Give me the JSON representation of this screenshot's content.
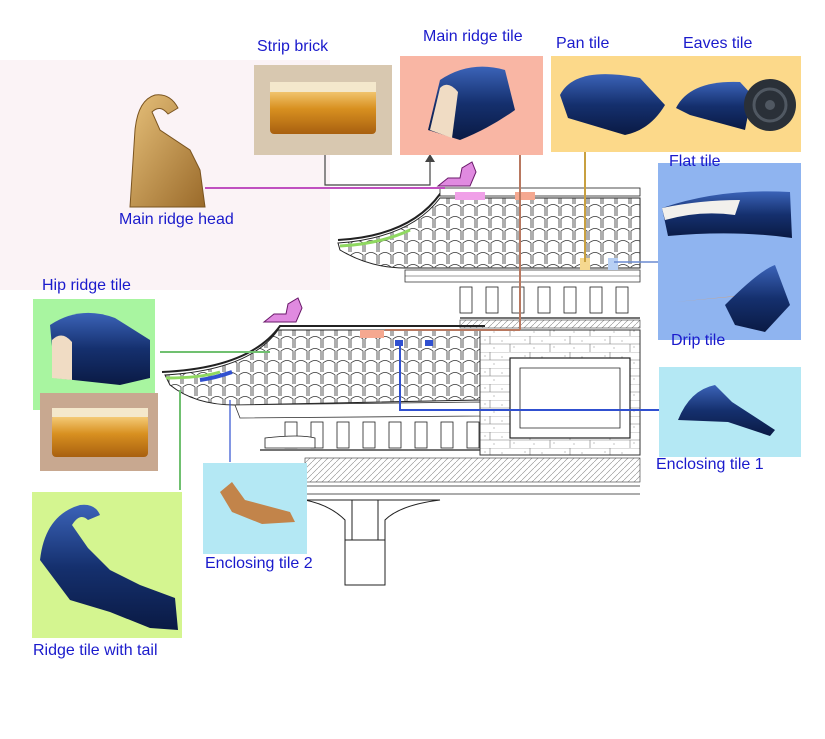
{
  "labels": {
    "strip_brick": "Strip brick",
    "main_ridge_tile": "Main ridge tile",
    "pan_tile": "Pan tile",
    "eaves_tile": "Eaves tile",
    "flat_tile": "Flat tile",
    "main_ridge_head": "Main ridge head",
    "hip_ridge_tile": "Hip ridge tile",
    "drip_tile": "Drip tile",
    "enclosing_tile_1": "Enclosing tile 1",
    "enclosing_tile_2": "Enclosing tile 2",
    "ridge_tile_with_tail": "Ridge tile with tail"
  },
  "colors": {
    "label_text": "#1a1acc",
    "main_ridge_panel": "#f9b6a4",
    "pan_eaves_panel": "#fcd98a",
    "flat_drip_panel": "#8fb4f0",
    "hip_ridge_panel": "#a8f5a0",
    "enclosing_panel": "#b4e8f4",
    "tail_panel": "#d4f590",
    "glaze_blue": "#15306e",
    "glaze_amber": "#c27a14",
    "ridge_head_gold": "#b88840",
    "connector_magenta": "#c050c0",
    "connector_brown": "#b87860",
    "connector_gold": "#c8a040",
    "connector_blue": "#3050d0",
    "connector_green": "#70c070"
  }
}
